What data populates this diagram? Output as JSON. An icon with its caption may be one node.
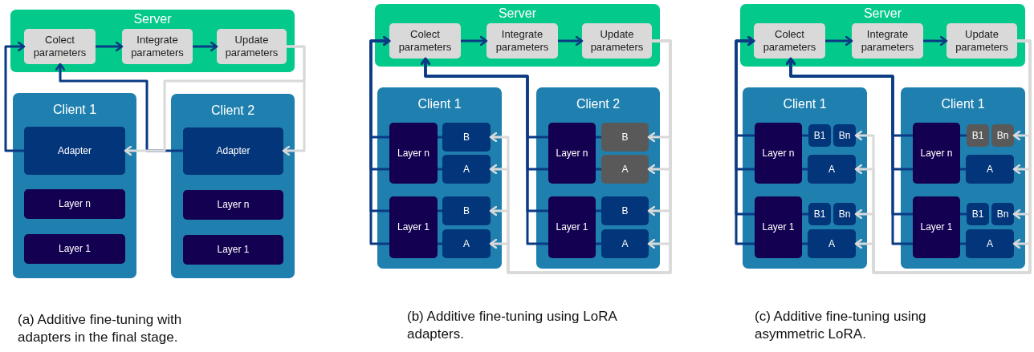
{
  "diagram": {
    "nodes": [
      {
        "text": [
          "Server"
        ]
      },
      {
        "text": [
          "Colect parameters"
        ],
        "in": 0
      },
      {
        "text": [
          "Integrate parameters"
        ],
        "in": 0
      },
      {
        "text": [
          "Update parameters"
        ],
        "in": 0
      },
      {
        "text": [
          "Client 1"
        ]
      },
      {
        "text": [
          "Adapter"
        ],
        "in": 4
      },
      {
        "text": [
          "Layer n"
        ],
        "in": 4
      },
      {
        "text": [
          "Layer 1"
        ],
        "in": 4
      },
      {
        "text": [
          "Client 2"
        ]
      },
      {
        "text": [
          "Adapter"
        ],
        "in": 8
      },
      {
        "text": [
          "Layer n"
        ],
        "in": 8
      },
      {
        "text": [
          "Layer 1"
        ],
        "in": 8
      },
      {
        "text": [
          "Server"
        ]
      },
      {
        "text": [
          "Colect parameters"
        ],
        "in": 12
      },
      {
        "text": [
          "Integrate parameters"
        ],
        "in": 12
      },
      {
        "text": [
          "Update parameters"
        ],
        "in": 12
      },
      {
        "text": [
          "Client 1"
        ]
      },
      {
        "text": [
          "Layer n"
        ],
        "in": 16
      },
      {
        "text": [
          "B"
        ],
        "in": 16
      },
      {
        "text": [
          "A"
        ],
        "in": 16
      },
      {
        "text": [
          "Layer 1"
        ],
        "in": 16
      },
      {
        "text": [
          "B"
        ],
        "in": 16
      },
      {
        "text": [
          "A"
        ],
        "in": 16
      },
      {
        "text": [
          "Client 2"
        ]
      },
      {
        "text": [
          "Layer n"
        ],
        "in": 23
      },
      {
        "text": [
          "B"
        ],
        "in": 23
      },
      {
        "text": [
          "A"
        ],
        "in": 23
      },
      {
        "text": [
          "Layer 1"
        ],
        "in": 23
      },
      {
        "text": [
          "B"
        ],
        "in": 23
      },
      {
        "text": [
          "A"
        ],
        "in": 23
      },
      {
        "text": [
          "Server"
        ]
      },
      {
        "text": [
          "Colect parameters"
        ],
        "in": 30
      },
      {
        "text": [
          "Integrate parameters"
        ],
        "in": 30
      },
      {
        "text": [
          "Update parameters"
        ],
        "in": 30
      },
      {
        "text": [
          "Client 1"
        ]
      },
      {
        "text": [
          "Layer n"
        ],
        "in": 34
      },
      {
        "text": [
          "B1"
        ],
        "in": 34
      },
      {
        "text": [
          "Bn"
        ],
        "in": 34
      },
      {
        "text": [
          "A"
        ],
        "in": 34
      },
      {
        "text": [
          "Layer 1"
        ],
        "in": 34
      },
      {
        "text": [
          "B1"
        ],
        "in": 34
      },
      {
        "text": [
          "Bn"
        ],
        "in": 34
      },
      {
        "text": [
          "A"
        ],
        "in": 34
      },
      {
        "text": [
          "Client 1"
        ]
      },
      {
        "text": [
          "Layer n"
        ],
        "in": 43
      },
      {
        "text": [
          "B1"
        ],
        "in": 43
      },
      {
        "text": [
          "Bn"
        ],
        "in": 43
      },
      {
        "text": [
          "A"
        ],
        "in": 43
      },
      {
        "text": [
          "Layer 1"
        ],
        "in": 43
      },
      {
        "text": [
          "B1"
        ],
        "in": 43
      },
      {
        "text": [
          "Bn"
        ],
        "in": 43
      },
      {
        "text": [
          "A"
        ],
        "in": 43
      }
    ],
    "edges": [
      {
        "from": 1,
        "to": 2,
        "arrow": "to"
      },
      {
        "from": 2,
        "to": 3,
        "arrow": "to"
      },
      {
        "from": 5,
        "to": 1,
        "arrow": "to"
      },
      {
        "from": 9,
        "to": 1,
        "arrow": "to"
      },
      {
        "from": 3,
        "to": 5,
        "arrow": "to",
        "color": "#d9d9d9"
      },
      {
        "from": 3,
        "to": 9,
        "arrow": "to",
        "color": "#d9d9d9"
      },
      {
        "from": 13,
        "to": 14,
        "arrow": "to"
      },
      {
        "from": 14,
        "to": 15,
        "arrow": "to"
      },
      {
        "from": 17,
        "to": 13,
        "arrow": "to"
      },
      {
        "from": 17,
        "to": 13,
        "arrow": "to"
      },
      {
        "from": 20,
        "to": 13,
        "arrow": "to"
      },
      {
        "from": 20,
        "to": 13,
        "arrow": "to"
      },
      {
        "from": 24,
        "to": 13,
        "arrow": "to"
      },
      {
        "from": 24,
        "to": 13,
        "arrow": "to"
      },
      {
        "from": 27,
        "to": 13,
        "arrow": "to"
      },
      {
        "from": 27,
        "to": 13,
        "arrow": "to"
      },
      {
        "from": 17,
        "to": 18,
        "arrow": "none"
      },
      {
        "from": 17,
        "to": 19,
        "arrow": "none"
      },
      {
        "from": 20,
        "to": 21,
        "arrow": "none"
      },
      {
        "from": 20,
        "to": 22,
        "arrow": "none"
      },
      {
        "from": 24,
        "to": 25,
        "arrow": "none"
      },
      {
        "from": 24,
        "to": 26,
        "arrow": "none"
      },
      {
        "from": 27,
        "to": 28,
        "arrow": "none"
      },
      {
        "from": 27,
        "to": 29,
        "arrow": "none"
      },
      {
        "from": 15,
        "to": 18,
        "arrow": "to",
        "color": "#d9d9d9"
      },
      {
        "from": 15,
        "to": 19,
        "arrow": "to",
        "color": "#d9d9d9"
      },
      {
        "from": 15,
        "to": 21,
        "arrow": "to",
        "color": "#d9d9d9"
      },
      {
        "from": 15,
        "to": 22,
        "arrow": "to",
        "color": "#d9d9d9"
      },
      {
        "from": 15,
        "to": 25,
        "arrow": "to",
        "color": "#d9d9d9"
      },
      {
        "from": 15,
        "to": 26,
        "arrow": "to",
        "color": "#d9d9d9"
      },
      {
        "from": 15,
        "to": 28,
        "arrow": "to",
        "color": "#d9d9d9"
      },
      {
        "from": 15,
        "to": 29,
        "arrow": "to",
        "color": "#d9d9d9"
      },
      {
        "from": 31,
        "to": 32,
        "arrow": "to"
      },
      {
        "from": 32,
        "to": 33,
        "arrow": "to"
      },
      {
        "from": 35,
        "to": 31,
        "arrow": "to"
      },
      {
        "from": 35,
        "to": 31,
        "arrow": "to"
      },
      {
        "from": 39,
        "to": 31,
        "arrow": "to"
      },
      {
        "from": 39,
        "to": 31,
        "arrow": "to"
      },
      {
        "from": 44,
        "to": 31,
        "arrow": "to"
      },
      {
        "from": 44,
        "to": 31,
        "arrow": "to"
      },
      {
        "from": 48,
        "to": 31,
        "arrow": "to"
      },
      {
        "from": 48,
        "to": 31,
        "arrow": "to"
      },
      {
        "from": 35,
        "to": 36,
        "arrow": "none"
      },
      {
        "from": 35,
        "to": 38,
        "arrow": "none"
      },
      {
        "from": 39,
        "to": 40,
        "arrow": "none"
      },
      {
        "from": 39,
        "to": 42,
        "arrow": "none"
      },
      {
        "from": 44,
        "to": 45,
        "arrow": "none"
      },
      {
        "from": 44,
        "to": 47,
        "arrow": "none"
      },
      {
        "from": 48,
        "to": 49,
        "arrow": "none"
      },
      {
        "from": 48,
        "to": 51,
        "arrow": "none"
      },
      {
        "from": 33,
        "to": 37,
        "arrow": "to",
        "color": "#d9d9d9"
      },
      {
        "from": 33,
        "to": 38,
        "arrow": "to",
        "color": "#d9d9d9"
      },
      {
        "from": 33,
        "to": 41,
        "arrow": "to",
        "color": "#d9d9d9"
      },
      {
        "from": 33,
        "to": 42,
        "arrow": "to",
        "color": "#d9d9d9"
      },
      {
        "from": 33,
        "to": 46,
        "arrow": "to",
        "color": "#d9d9d9"
      },
      {
        "from": 33,
        "to": 47,
        "arrow": "to",
        "color": "#d9d9d9"
      },
      {
        "from": 33,
        "to": 50,
        "arrow": "to",
        "color": "#d9d9d9"
      },
      {
        "from": 33,
        "to": 51,
        "arrow": "to",
        "color": "#d9d9d9"
      }
    ],
    "labels": [
      "(a) Additive fine-tuning with adapters in the final stage.",
      "(b) Additive fine-tuning using LoRA adapters.",
      "(c) Additive fine-tuning using asymmetric LoRA."
    ]
  }
}
